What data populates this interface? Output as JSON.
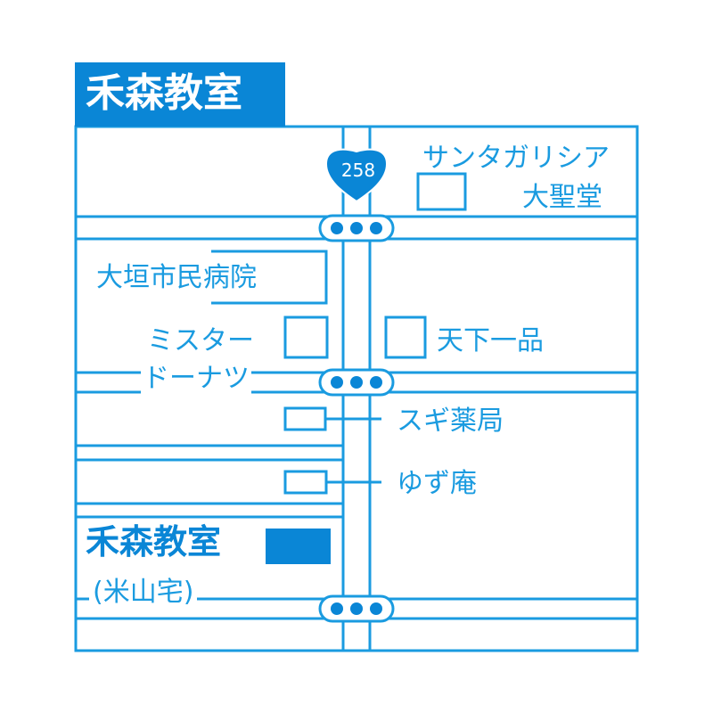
{
  "title": "禾森教室",
  "route": {
    "number": "258",
    "icon": "route-shield-icon"
  },
  "landmarks": {
    "church_line1": "サンタガリシア",
    "church_line2": "大聖堂",
    "hospital": "大垣市民病院",
    "donut_line1": "ミスター",
    "donut_line2": "ドーナツ",
    "restaurant": "天下一品",
    "pharmacy": "スギ薬局",
    "eatery": "ゆず庵"
  },
  "destination": {
    "name": "禾森教室",
    "sub": "(米山宅)"
  },
  "signals": {
    "icon": "traffic-signal-icon",
    "count": 3
  },
  "colors": {
    "line": "#1a9be0",
    "accent": "#0a86d6",
    "background": "#ffffff"
  }
}
